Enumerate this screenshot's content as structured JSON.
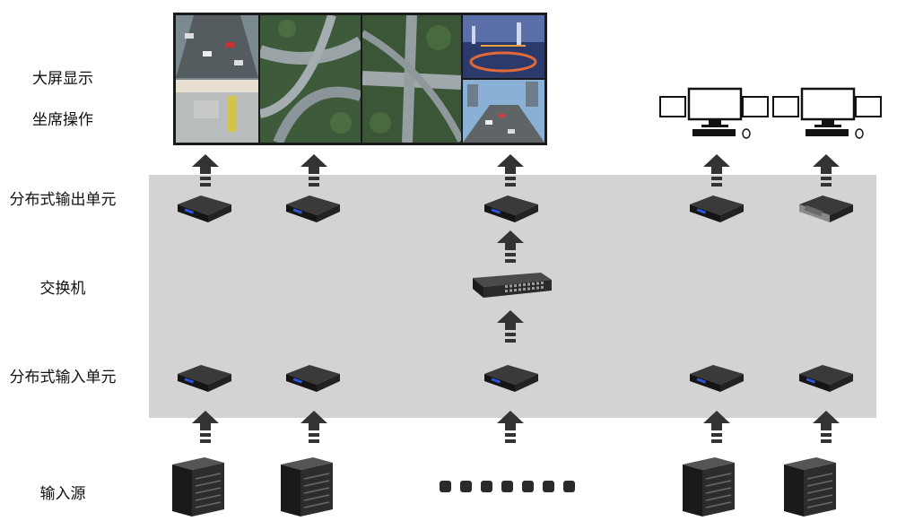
{
  "labels": {
    "display": "大屏显示",
    "seats": "坐席操作",
    "output_unit": "分布式输出单元",
    "switch": "交换机",
    "input_unit": "分布式输入单元",
    "source": "输入源"
  },
  "icons": {
    "arrow": "up-arrow-icon",
    "encoder": "box-device-icon",
    "switch": "network-switch-icon",
    "server": "server-icon",
    "workstation": "monitor-keyboard-mouse-icon"
  },
  "colors": {
    "band": "#d3d3d3",
    "arrow": "#333333",
    "device": "#1c1c1c",
    "device_led": "#2b56d6"
  }
}
